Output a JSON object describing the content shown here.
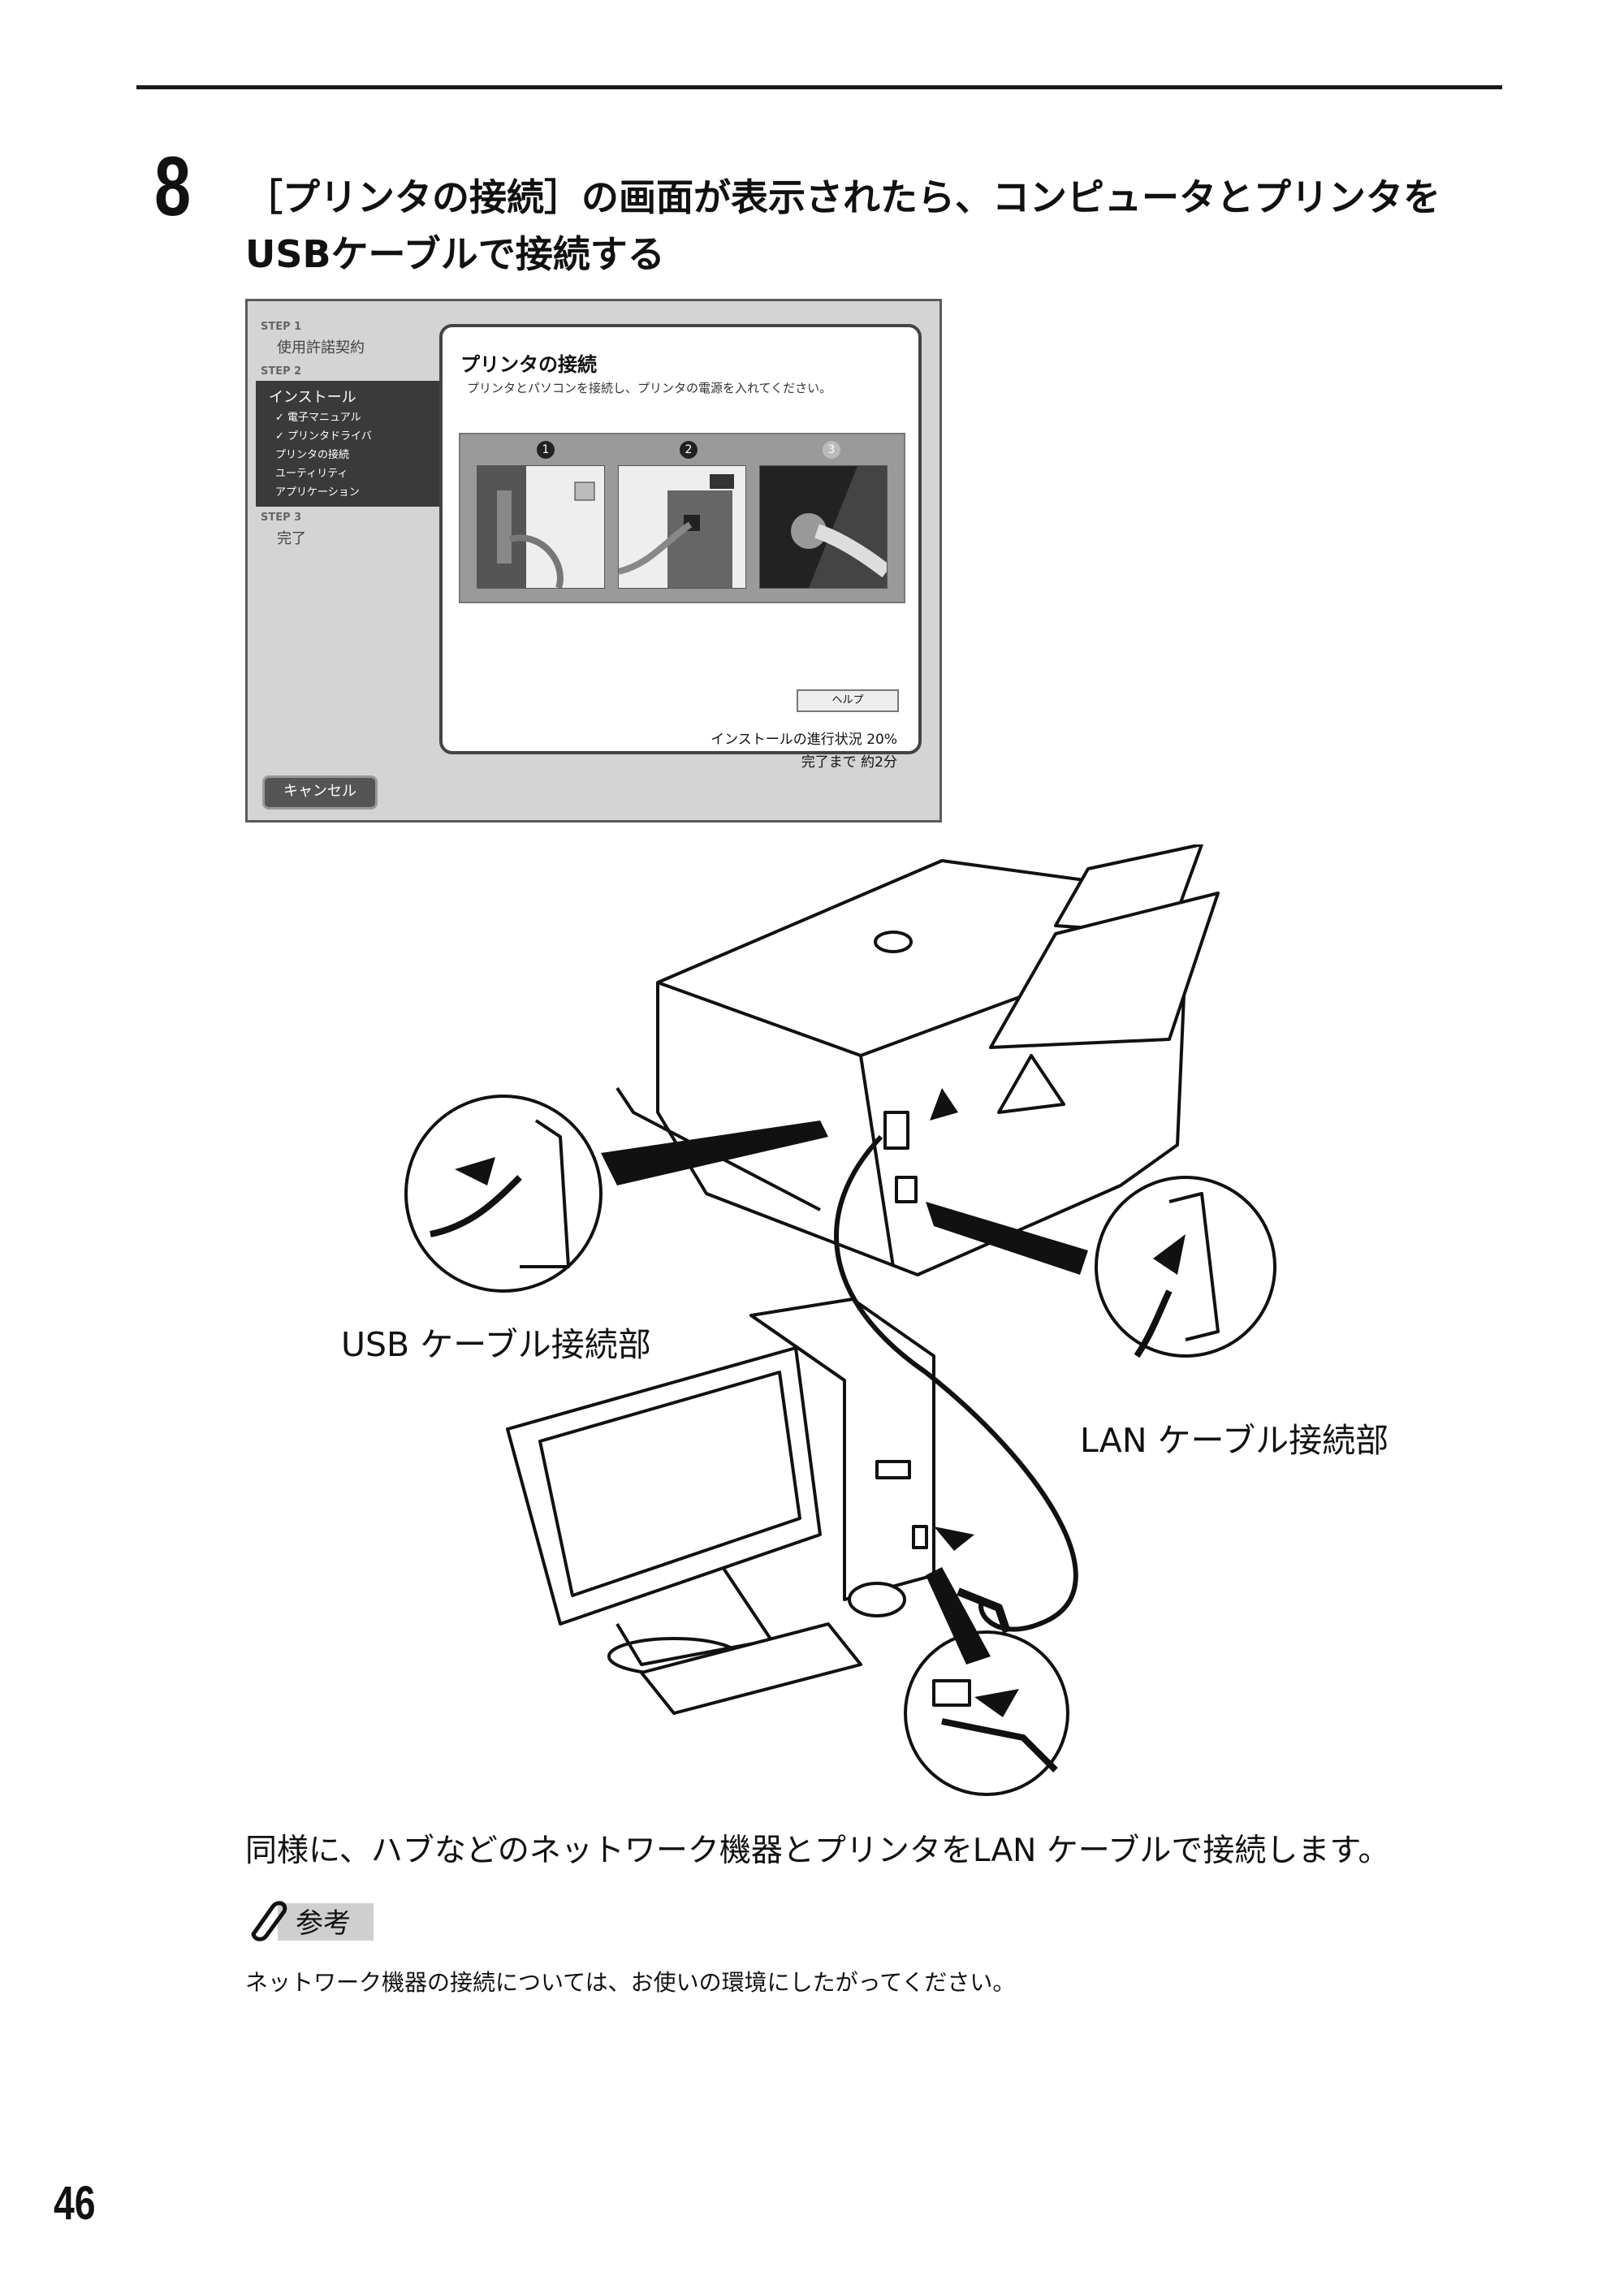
{
  "step": {
    "number": "8",
    "title": "［プリンタの接続］の画面が表示されたら、コンピュータとプリンタをUSBケーブルで接続する"
  },
  "installer": {
    "step1_label": "STEP 1",
    "step1_item": "使用許諾契約",
    "step2_label": "STEP 2",
    "step2_item": "インストール",
    "sub_items": [
      "✓ 電子マニュアル",
      "✓ プリンタドライバ",
      "プリンタの接続",
      "ユーティリティ",
      "アプリケーション"
    ],
    "step3_label": "STEP 3",
    "step3_item": "完了",
    "panel_title": "プリンタの接続",
    "panel_desc": "プリンタとパソコンを接続し、プリンタの電源を入れてください。",
    "markers": [
      "1",
      "2",
      "3"
    ],
    "help_button": "ヘルプ",
    "progress_line1": "インストールの進行状況 20%",
    "progress_line2": "完了まで 約2分",
    "cancel_button": "キャンセル"
  },
  "illustration": {
    "usb_label": "USB ケーブル接続部",
    "lan_label": "LAN ケーブル接続部"
  },
  "body_text": "同様に、ハブなどのネットワーク機器とプリンタをLAN ケーブルで接続します。",
  "note": {
    "badge": "参考",
    "text": "ネットワーク機器の接続については、お使いの環境にしたがってください。"
  },
  "page_number": "46"
}
